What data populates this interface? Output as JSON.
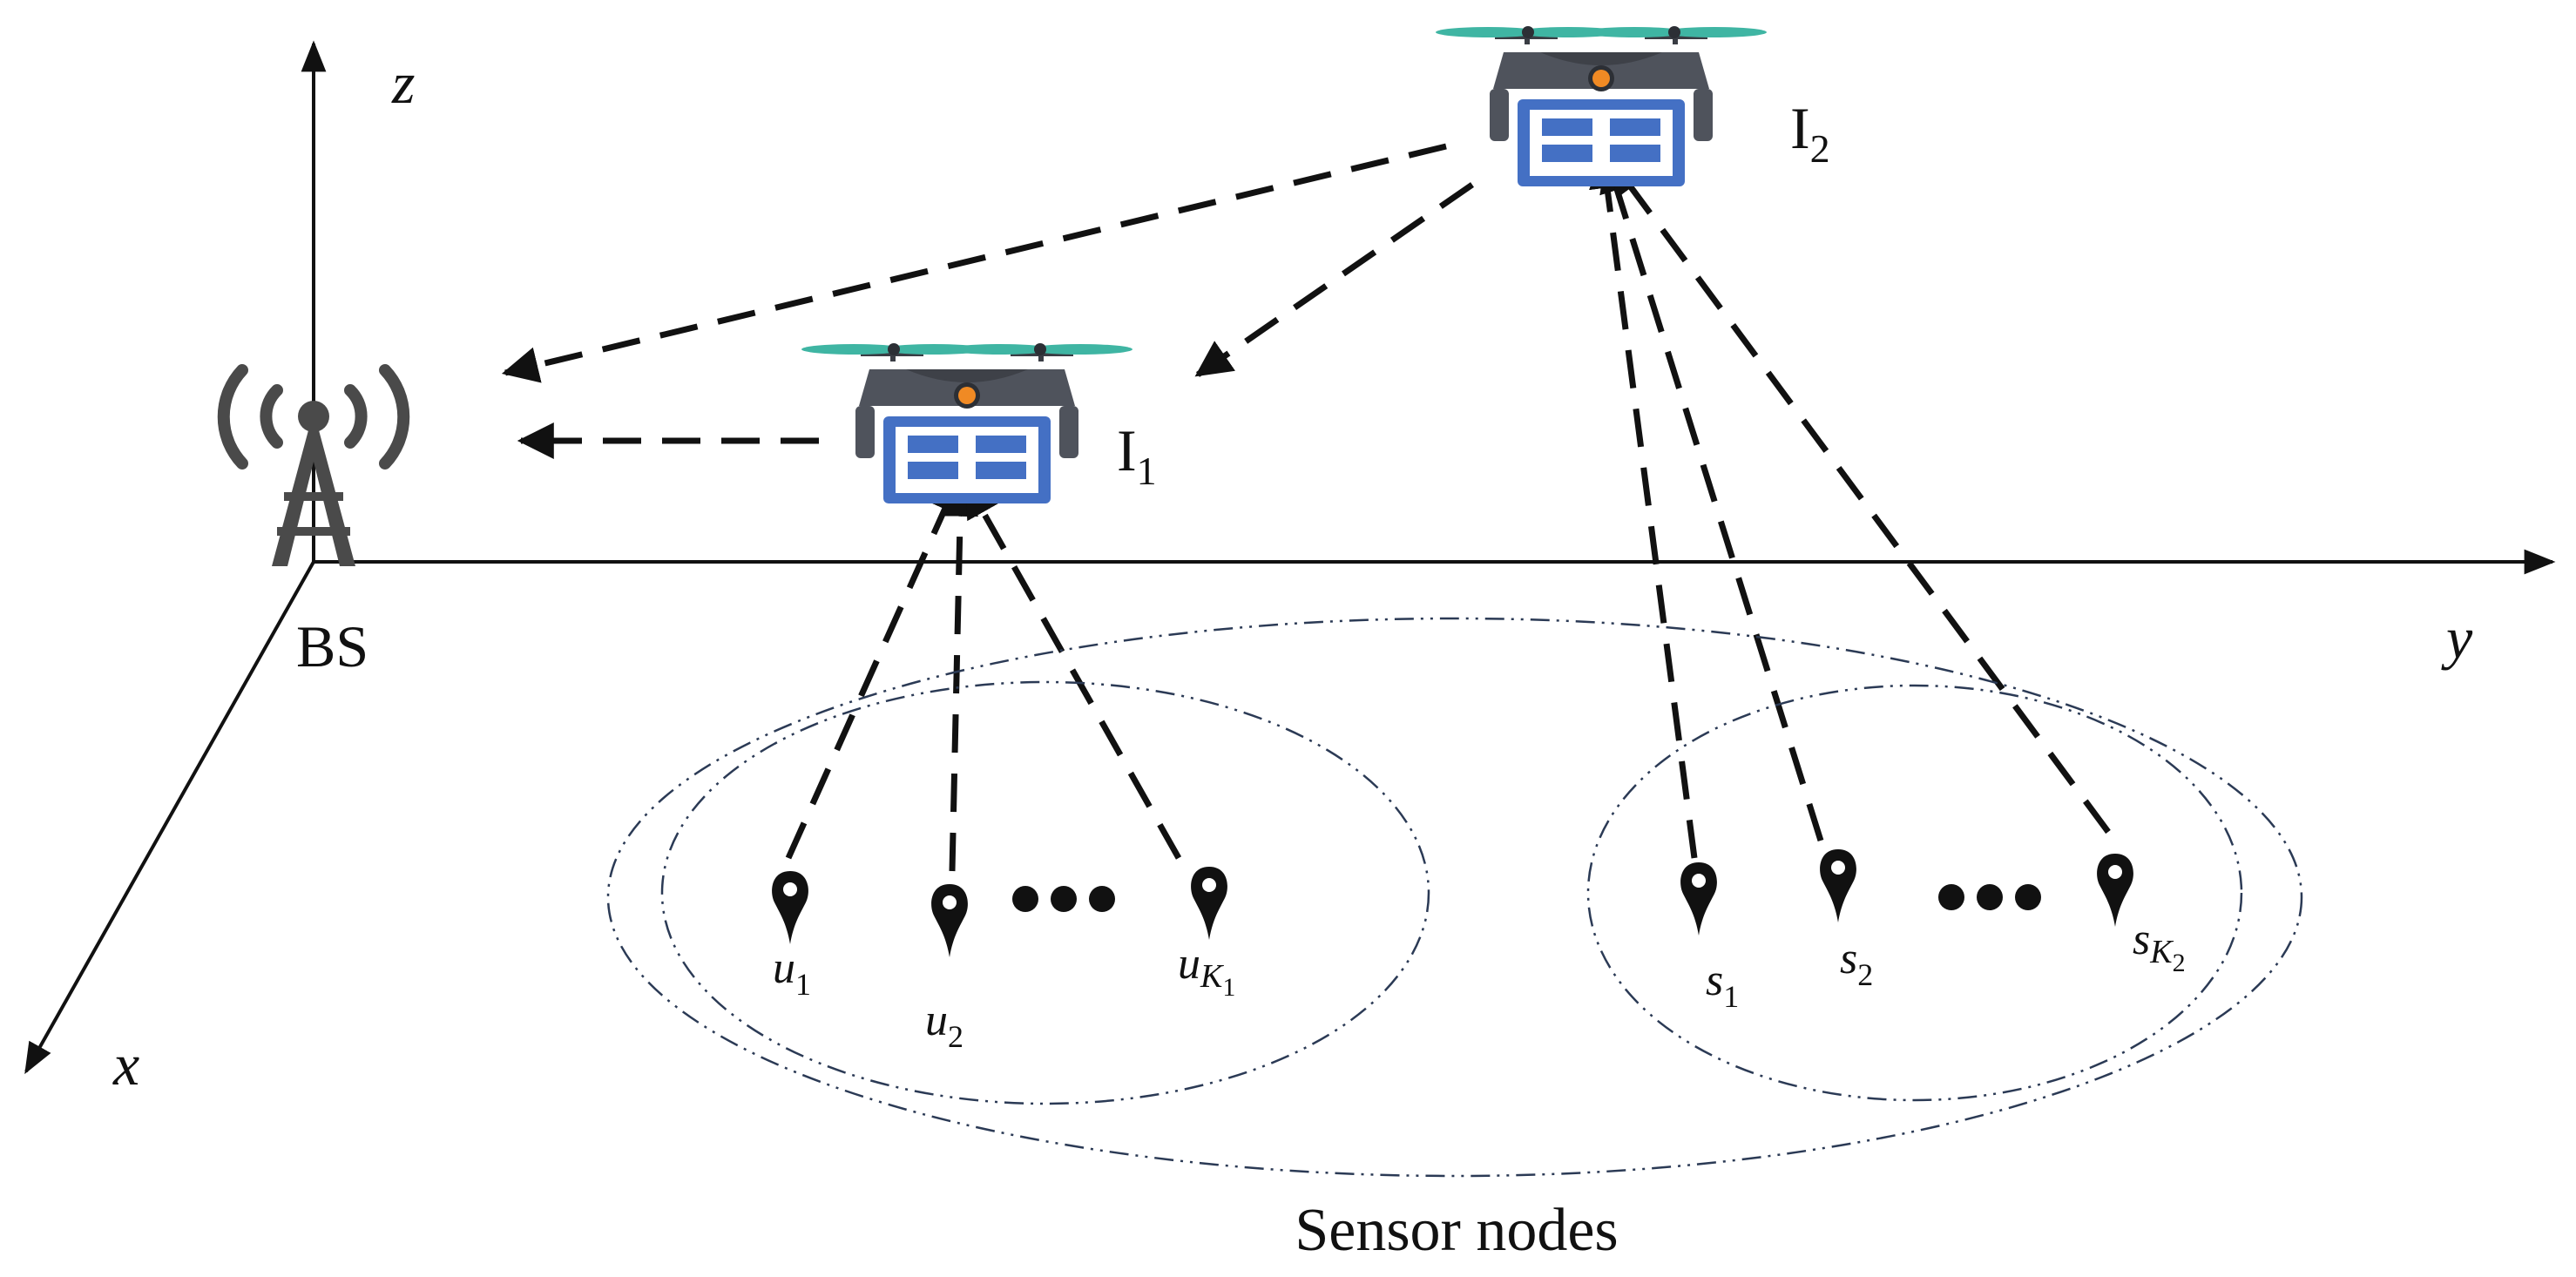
{
  "axes": {
    "x_label": "x",
    "y_label": "y",
    "z_label": "z"
  },
  "base_station": {
    "label": "BS",
    "icon": "cell-tower-icon"
  },
  "uavs": [
    {
      "id": "I1",
      "label_main": "I",
      "label_sub": "1",
      "icon": "drone-icon"
    },
    {
      "id": "I2",
      "label_main": "I",
      "label_sub": "2",
      "icon": "drone-icon"
    }
  ],
  "cluster_u": {
    "nodes": [
      {
        "main": "u",
        "sub": "1"
      },
      {
        "main": "u",
        "sub": "2"
      },
      {
        "main": "u",
        "sub": "K",
        "subsub": "1"
      }
    ]
  },
  "cluster_s": {
    "nodes": [
      {
        "main": "s",
        "sub": "1"
      },
      {
        "main": "s",
        "sub": "2"
      },
      {
        "main": "s",
        "sub": "K",
        "subsub": "2"
      }
    ]
  },
  "sensor_nodes_label": "Sensor nodes",
  "colors": {
    "drone_body": "#4470c4",
    "drone_top": "#4f535c",
    "propeller": "#3fb5a3",
    "drone_eye": "#f08a24",
    "ellipse": "#2b3a55",
    "ink": "#111111"
  }
}
